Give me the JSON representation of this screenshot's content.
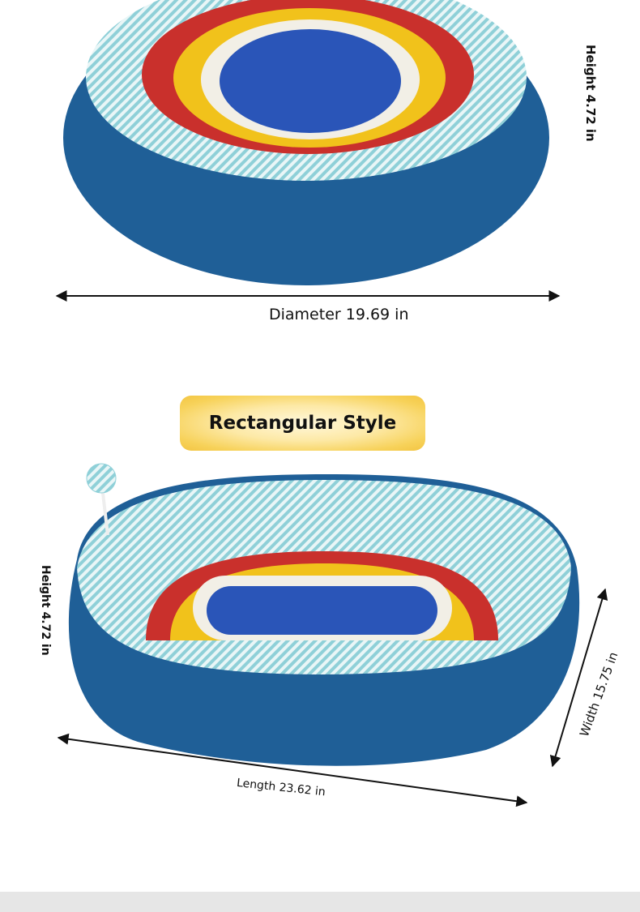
{
  "round": {
    "diameter_label": "Diameter 19.69 in",
    "height_label": "Height 4.72 in"
  },
  "rectangular": {
    "badge_label": "Rectangular Style",
    "height_label": "Height 4.72 in",
    "length_label": "Length 23.62 in",
    "width_label": "Width 15.75 in"
  },
  "colors": {
    "felt_blue": "#1f5f97",
    "rope_blue": "#2a55b8",
    "red": "#c9302c",
    "yellow": "#f1c21b",
    "cream": "#f2efe6",
    "rim_teal": "#9fd8df"
  }
}
